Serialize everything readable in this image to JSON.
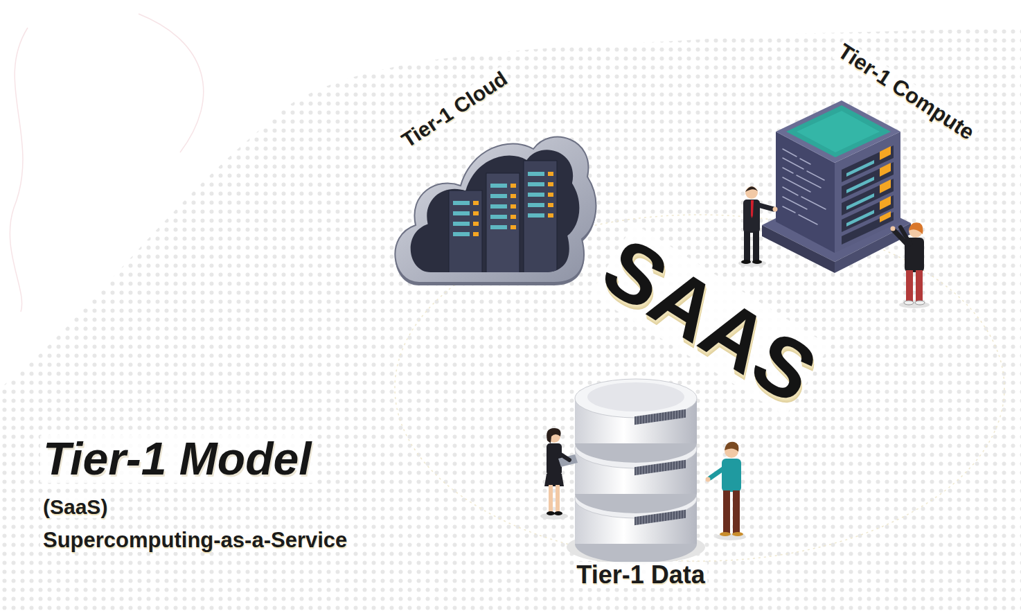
{
  "diagram": {
    "title": "Tier-1 Model",
    "nodes": [
      {
        "text": [
          "Tier-1 Cloud"
        ]
      },
      {
        "text": [
          "Tier-1 Compute"
        ]
      },
      {
        "text": [
          "Tier-1 Data"
        ]
      }
    ],
    "labels": [
      "SAAS",
      "(SaaS)",
      "Supercomputing-as-a-Service"
    ]
  }
}
